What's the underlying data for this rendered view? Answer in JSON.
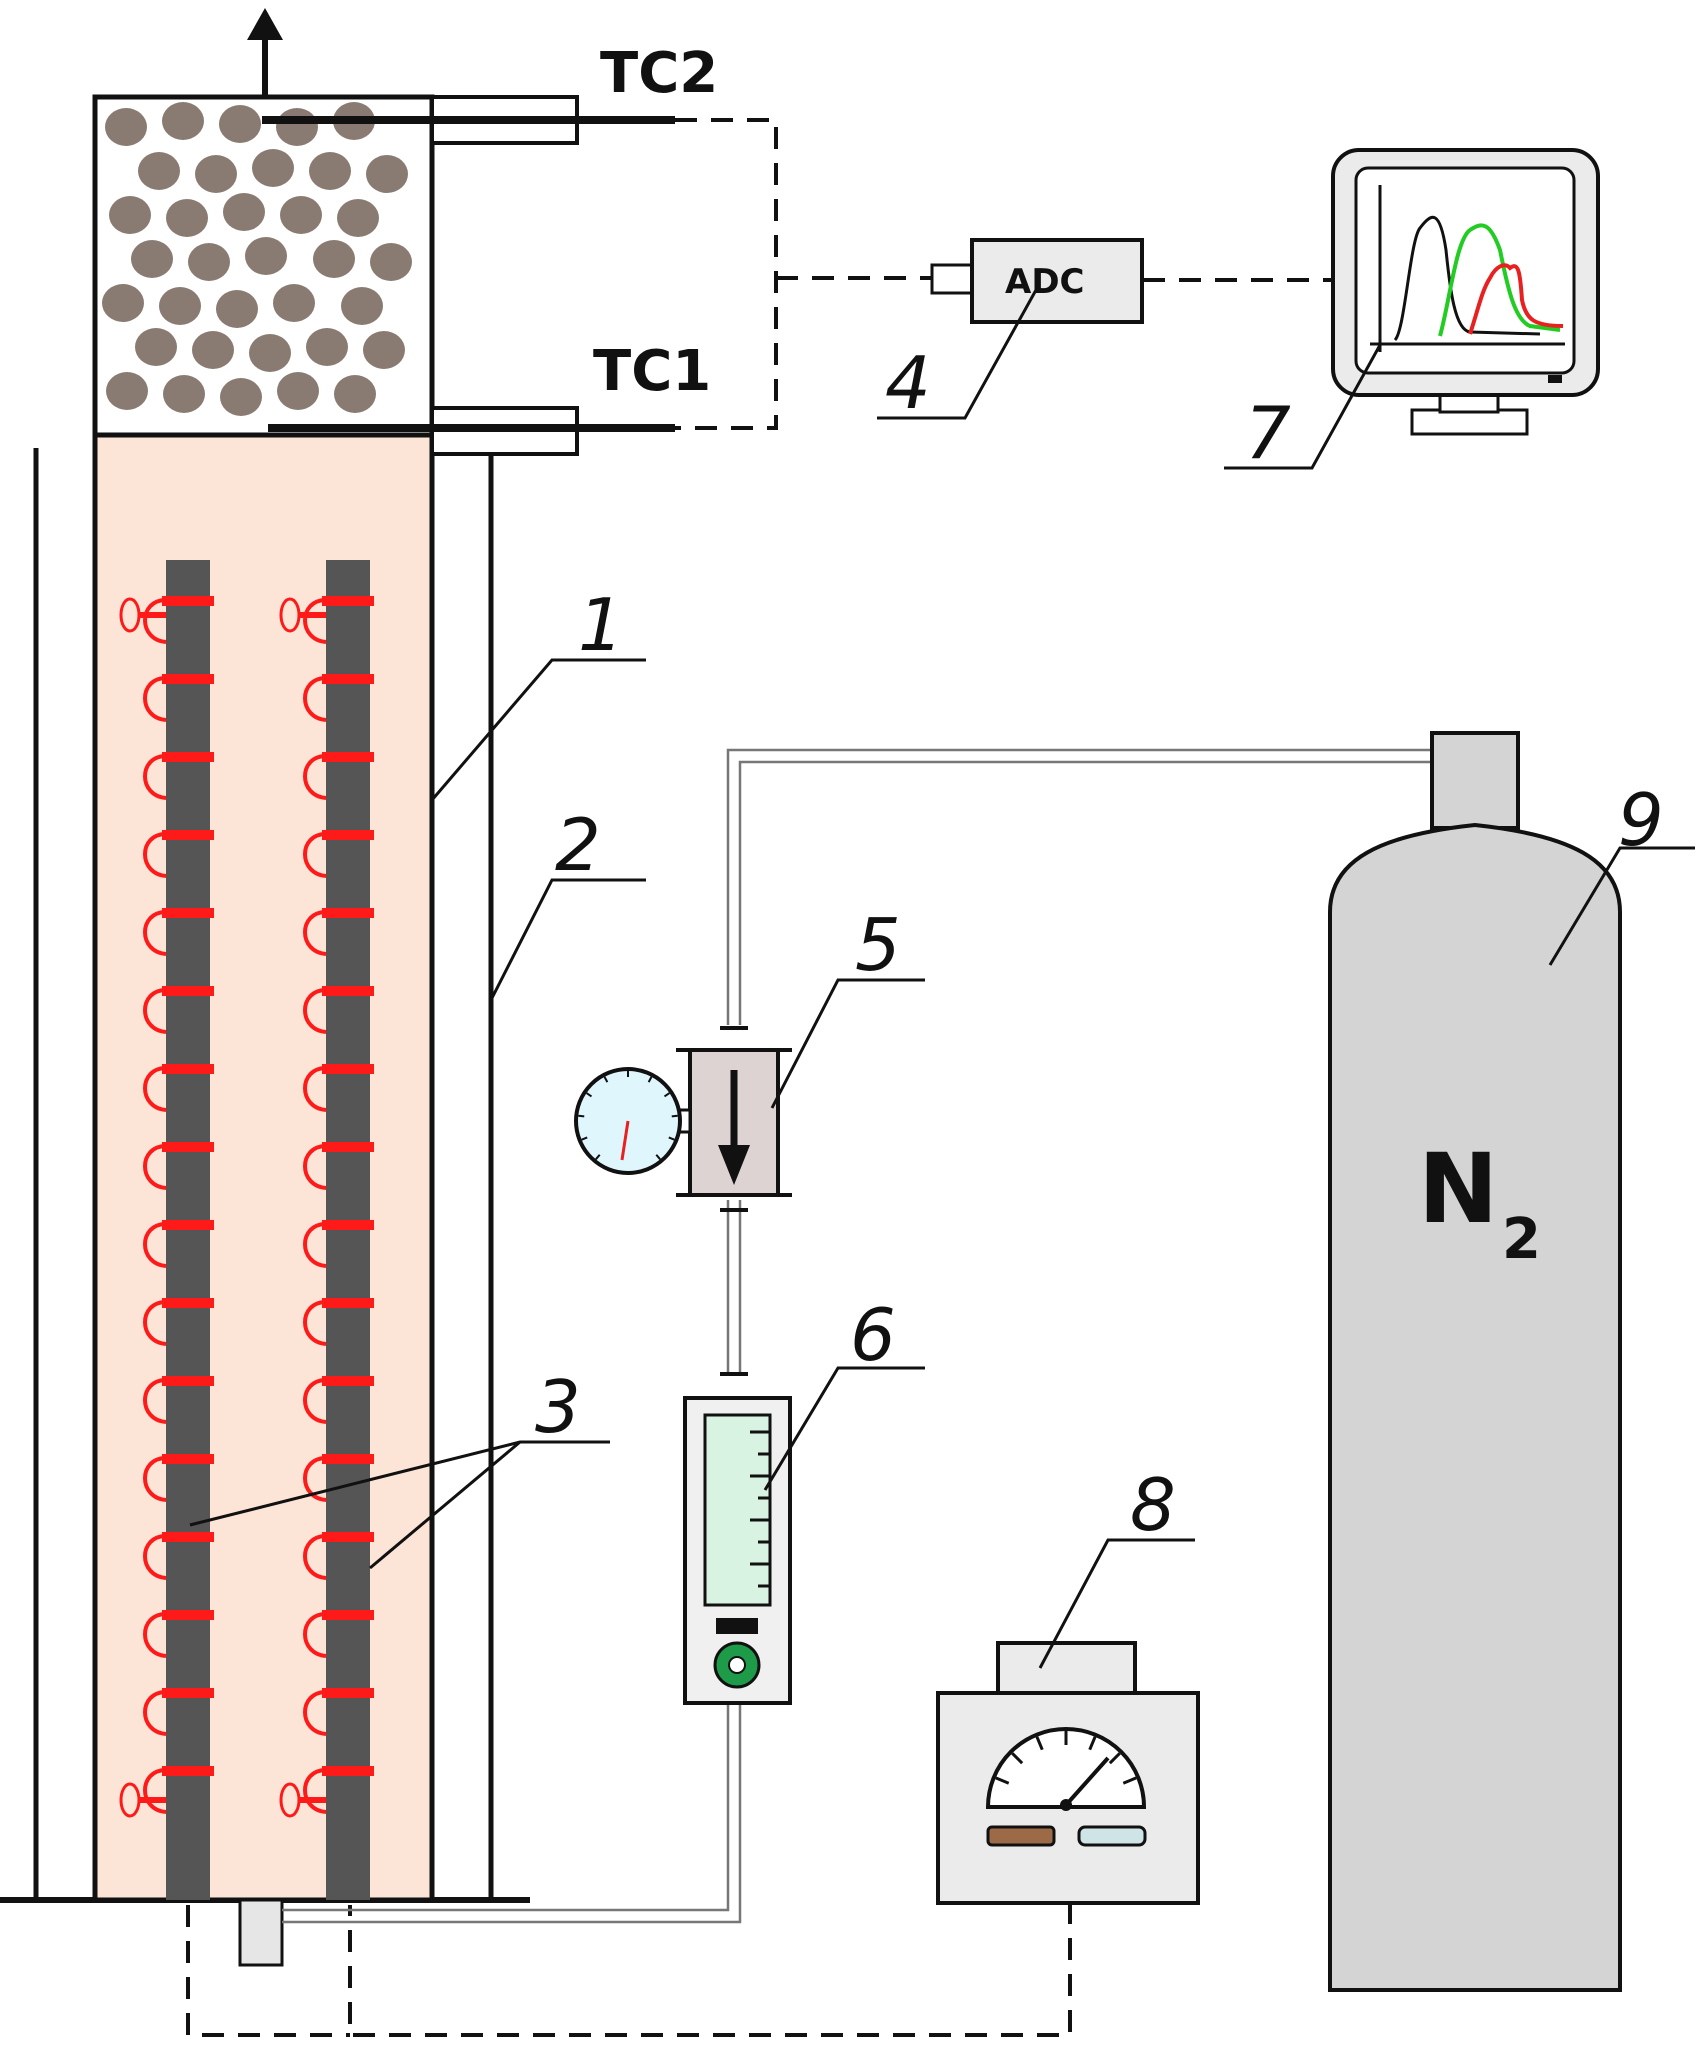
{
  "labels": {
    "tc2": "TC2",
    "tc1": "TC1",
    "adc": "ADC",
    "gas": "N",
    "gas_sub": "2",
    "numbers": [
      "1",
      "2",
      "3",
      "4",
      "5",
      "6",
      "7",
      "8",
      "9"
    ]
  },
  "colors": {
    "heater_wire": "#ff1a1a",
    "rod": "#555555",
    "furnace_fill": "#fce5d6",
    "pellets": "#8a7b72",
    "cylinder": "#d4d4d4",
    "trace_black": "#111111",
    "trace_green": "#22cc22",
    "trace_red": "#e82020"
  }
}
